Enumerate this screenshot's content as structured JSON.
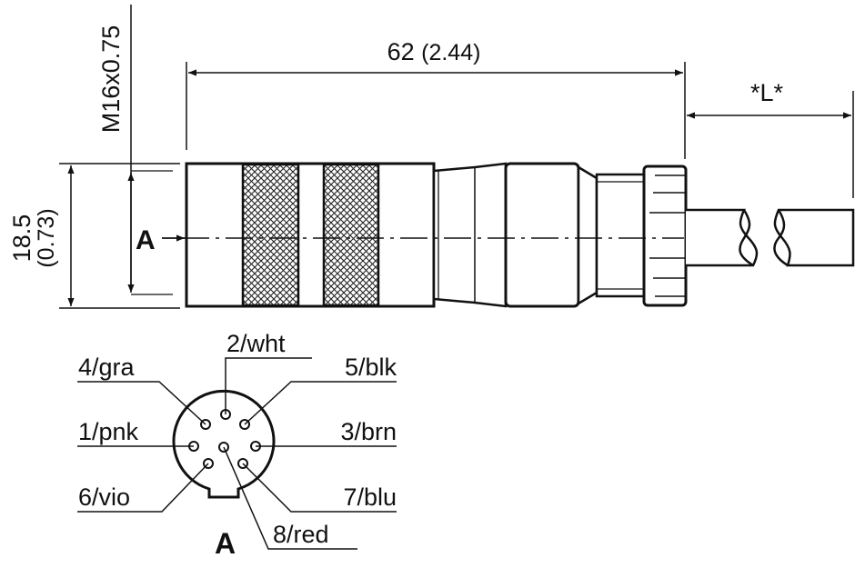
{
  "dimensions": {
    "length_mm": "62",
    "length_in": "(2.44)",
    "cable_length": "*L*",
    "diameter_mm": "18.5",
    "diameter_in": "(0.73)",
    "thread": "M16x0.75"
  },
  "view_marker": "A",
  "section_label": "A",
  "pins": [
    {
      "label": "2/wht"
    },
    {
      "label": "5/blk"
    },
    {
      "label": "3/brn"
    },
    {
      "label": "7/blu"
    },
    {
      "label": "8/red"
    },
    {
      "label": "6/vio"
    },
    {
      "label": "1/pnk"
    },
    {
      "label": "4/gra"
    }
  ]
}
